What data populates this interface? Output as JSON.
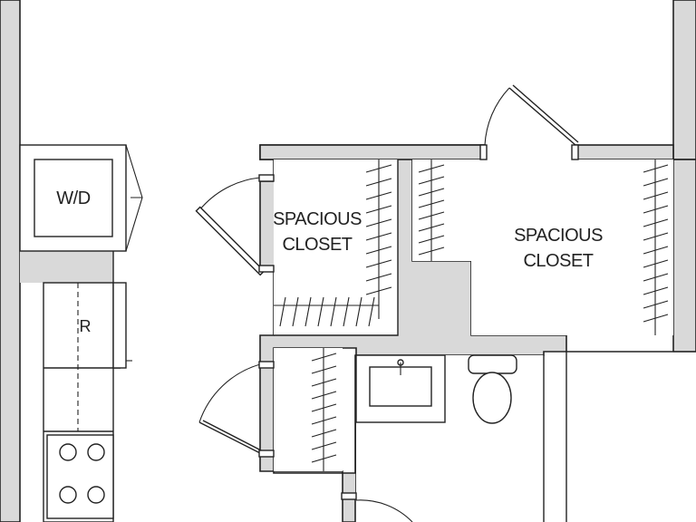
{
  "labels": {
    "washer_dryer": "W/D",
    "refrigerator": "R",
    "closet_left_line1": "SPACIOUS",
    "closet_left_line2": "CLOSET",
    "closet_right_line1": "SPACIOUS",
    "closet_right_line2": "CLOSET"
  },
  "colors": {
    "wall_fill": "#d9d9d9",
    "line": "#222222",
    "background": "#ffffff"
  }
}
